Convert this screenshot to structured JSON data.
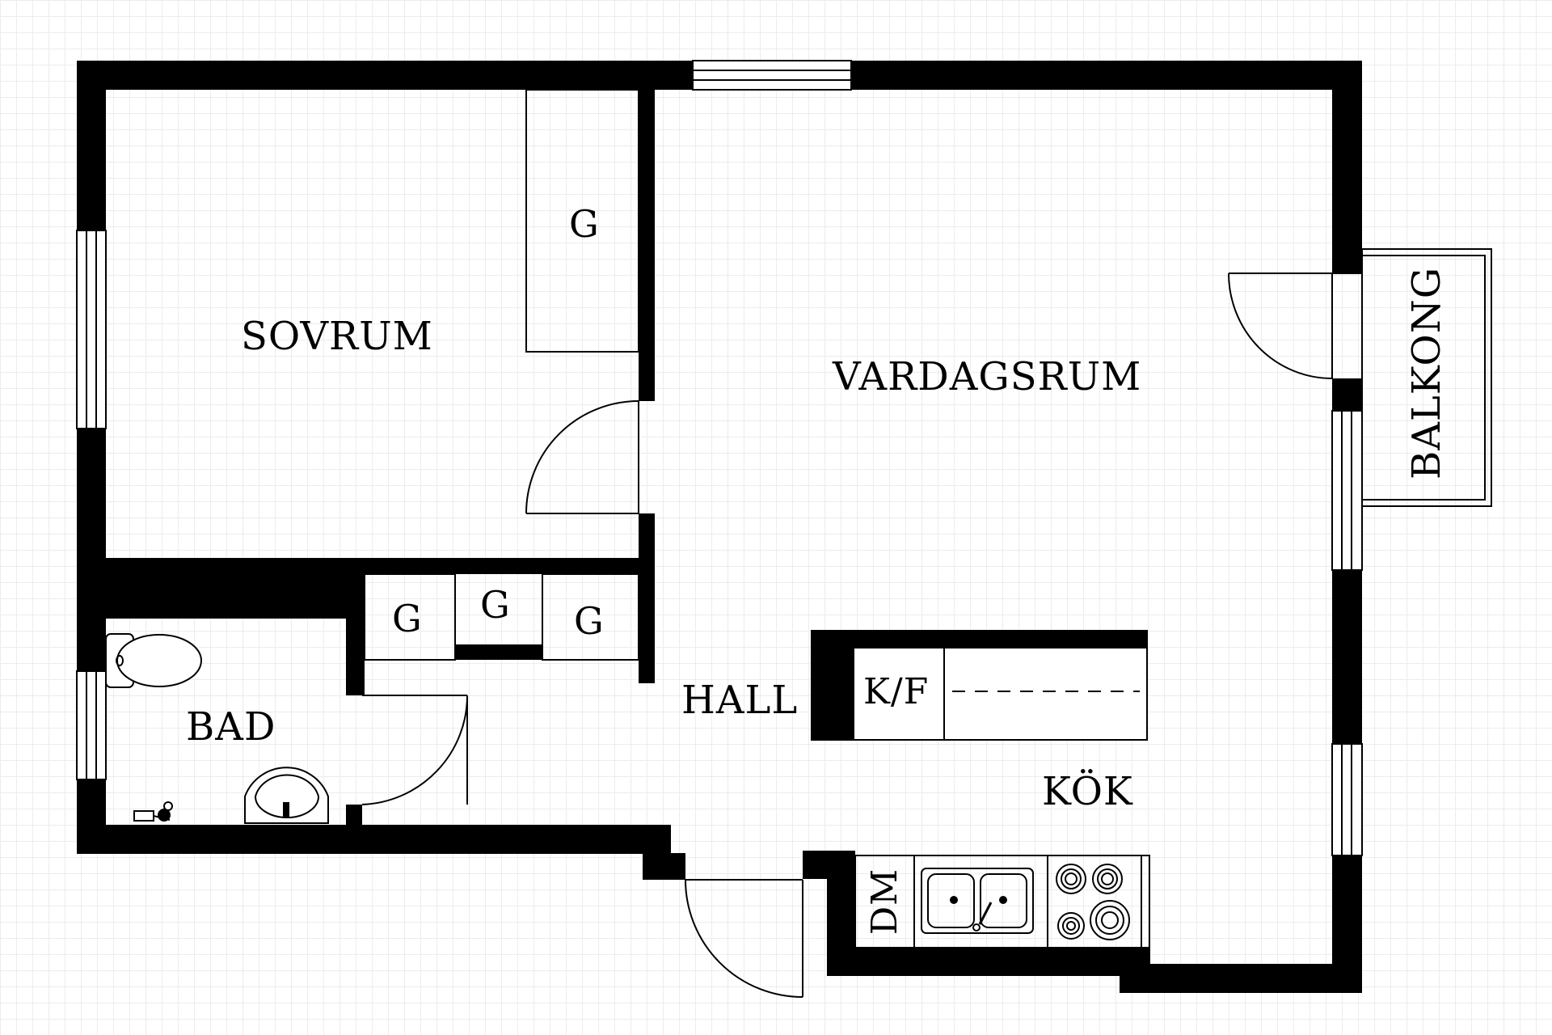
{
  "rooms": {
    "sovrum": "SOVRUM",
    "vardagsrum": "VARDAGSRUM",
    "balkong": "BALKONG",
    "bad": "BAD",
    "hall": "HALL",
    "kok": "KÖK"
  },
  "fixtures": {
    "closet_bedroom": "G",
    "closet_hall_1": "G",
    "closet_hall_2": "G",
    "closet_hall_3": "G",
    "fridge_freezer": "K/F",
    "dishwasher": "DM"
  },
  "colors": {
    "wall": "#000000",
    "background": "#ffffff",
    "grid": "#ececec"
  }
}
